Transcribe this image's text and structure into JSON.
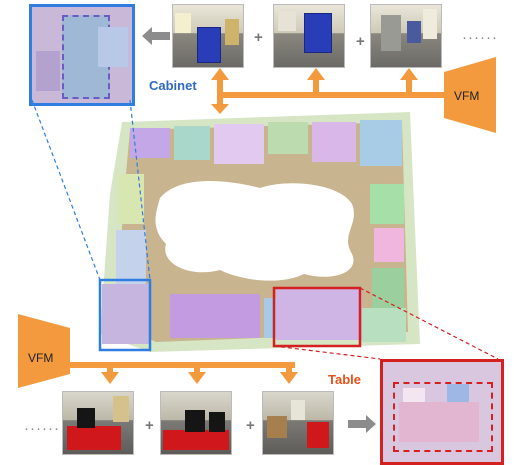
{
  "labels": {
    "cabinet": "Cabinet",
    "table": "Table",
    "vfm_top": "VFM",
    "vfm_bottom": "VFM",
    "plus": "+",
    "ellipsis": "······"
  },
  "colors": {
    "arrow_orange": "#f39a3e",
    "cabinet_blue": "#2f6ac4",
    "table_red": "#e2531b",
    "highlight_blue": "#2f7de1",
    "highlight_red": "#d42020",
    "floor": "#c8b48e",
    "gray_arrow": "#8c8c8c"
  }
}
